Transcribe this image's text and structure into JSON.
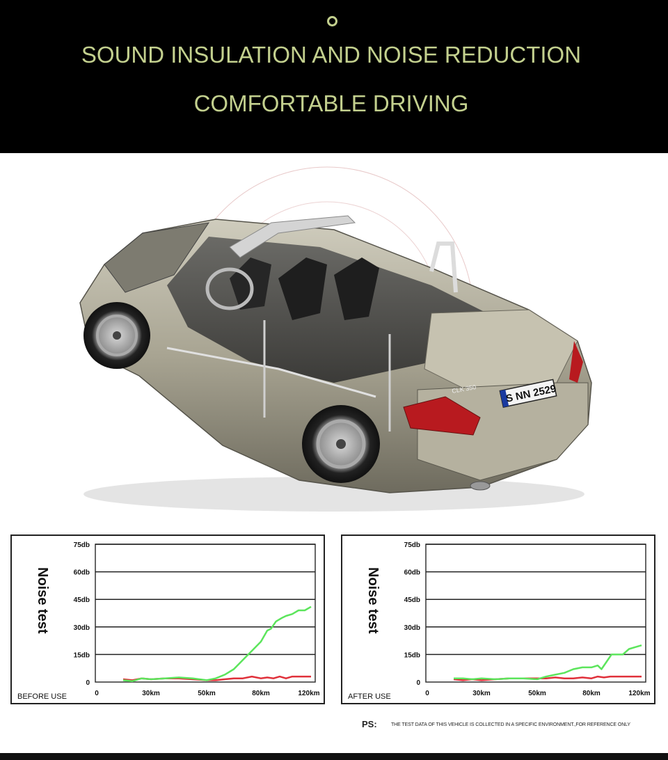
{
  "banner": {
    "title_line1": "SOUND INSULATION AND NOISE REDUCTION",
    "title_line2": "COMFORTABLE DRIVING",
    "text_color": "#c3d08e",
    "background": "#000000"
  },
  "car": {
    "license_plate": "S NN 2529",
    "badge": "CLK 350",
    "body_color": "#a8a492"
  },
  "charts": [
    {
      "id": "before",
      "corner_label": "BEFORE USE",
      "ylabel": "Noise test",
      "y_ticks": [
        "75db",
        "60db",
        "45db",
        "30db",
        "15db",
        "0"
      ],
      "x_ticks": [
        "0",
        "30km",
        "50km",
        "80km",
        "120km"
      ],
      "chart_data": {
        "type": "line",
        "x_unit": "km",
        "ylim": [
          0,
          75
        ],
        "series": [
          {
            "color": "#5ce55c",
            "points": [
              [
                15,
                1
              ],
              [
                20,
                0.5
              ],
              [
                25,
                2
              ],
              [
                30,
                1.5
              ],
              [
                35,
                2
              ],
              [
                40,
                2.5
              ],
              [
                45,
                2
              ],
              [
                50,
                1
              ],
              [
                55,
                2
              ],
              [
                60,
                4
              ],
              [
                65,
                7
              ],
              [
                70,
                12
              ],
              [
                75,
                17
              ],
              [
                80,
                22
              ],
              [
                85,
                28
              ],
              [
                88,
                29
              ],
              [
                92,
                33
              ],
              [
                97,
                35
              ],
              [
                100,
                36
              ],
              [
                105,
                37
              ],
              [
                110,
                39
              ],
              [
                115,
                39
              ],
              [
                120,
                41
              ]
            ]
          },
          {
            "color": "#e0303a",
            "points": [
              [
                15,
                1.5
              ],
              [
                20,
                1
              ],
              [
                25,
                2
              ],
              [
                30,
                1.5
              ],
              [
                35,
                2
              ],
              [
                40,
                2
              ],
              [
                45,
                1.5
              ],
              [
                50,
                1
              ],
              [
                55,
                1
              ],
              [
                60,
                1.5
              ],
              [
                65,
                2
              ],
              [
                70,
                2
              ],
              [
                75,
                3
              ],
              [
                80,
                2
              ],
              [
                85,
                2.5
              ],
              [
                90,
                2
              ],
              [
                95,
                3
              ],
              [
                100,
                2
              ],
              [
                105,
                3
              ],
              [
                110,
                3
              ],
              [
                120,
                3
              ]
            ]
          }
        ]
      }
    },
    {
      "id": "after",
      "corner_label": "AFTER USE",
      "ylabel": "Noise test",
      "y_ticks": [
        "75db",
        "60db",
        "45db",
        "30db",
        "15db",
        "0"
      ],
      "x_ticks": [
        "0",
        "30km",
        "50km",
        "80km",
        "120km"
      ],
      "chart_data": {
        "type": "line",
        "x_unit": "km",
        "ylim": [
          0,
          75
        ],
        "series": [
          {
            "color": "#5ce55c",
            "points": [
              [
                15,
                2
              ],
              [
                20,
                2
              ],
              [
                25,
                1.5
              ],
              [
                30,
                2
              ],
              [
                35,
                1.5
              ],
              [
                40,
                2
              ],
              [
                45,
                2
              ],
              [
                50,
                1.5
              ],
              [
                55,
                3
              ],
              [
                60,
                4
              ],
              [
                65,
                5
              ],
              [
                70,
                7
              ],
              [
                75,
                8
              ],
              [
                80,
                8
              ],
              [
                85,
                9
              ],
              [
                88,
                7
              ],
              [
                92,
                11
              ],
              [
                96,
                15
              ],
              [
                100,
                15
              ],
              [
                105,
                15
              ],
              [
                110,
                18
              ],
              [
                115,
                19
              ],
              [
                120,
                20
              ]
            ]
          },
          {
            "color": "#e0303a",
            "points": [
              [
                15,
                1.5
              ],
              [
                20,
                1
              ],
              [
                25,
                1.5
              ],
              [
                30,
                1
              ],
              [
                35,
                1.5
              ],
              [
                40,
                2
              ],
              [
                45,
                2
              ],
              [
                50,
                2
              ],
              [
                55,
                2
              ],
              [
                60,
                2.5
              ],
              [
                65,
                2
              ],
              [
                70,
                2
              ],
              [
                75,
                2.5
              ],
              [
                80,
                2
              ],
              [
                85,
                3
              ],
              [
                90,
                2.5
              ],
              [
                95,
                3
              ],
              [
                100,
                3
              ],
              [
                110,
                3
              ],
              [
                120,
                3
              ]
            ]
          }
        ]
      }
    }
  ],
  "ps": {
    "label": "PS:",
    "text": "THE TEST DATA OF THIS VEHICLE IS COLLECTED IN A SPECIFIC ENVIRONMENT.,FOR REFERENCE ONLY"
  }
}
